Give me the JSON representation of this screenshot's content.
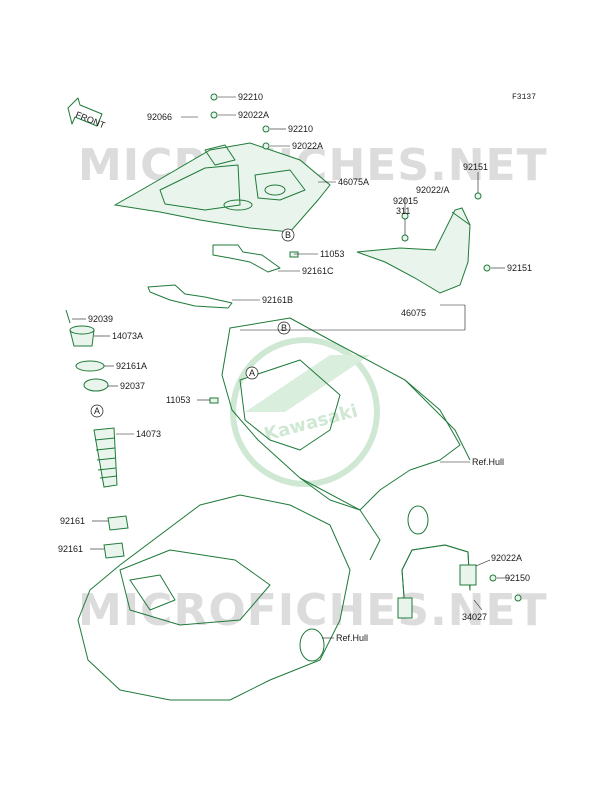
{
  "figure_code": "F3137",
  "front_arrow_label": "FRONT",
  "watermark_text": "MICROFICHES.NET",
  "logo_text": "Kawasaki",
  "colors": {
    "line": "#1f7a3a",
    "fill": "#e9f5ec",
    "text": "#1a1a1a",
    "watermark": "#dcdcdc"
  },
  "labels": {
    "p92210_a": "92210",
    "p92066": "92066",
    "p92022A_a": "92022A",
    "p92210_b": "92210",
    "p92022A_b": "92022A",
    "p46075A": "46075A",
    "p92151_a": "92151",
    "p92022_A": "92022/A",
    "p92015": "92015",
    "p311": "311",
    "p11053_a": "11053",
    "p92161C": "92161C",
    "p92151_b": "92151",
    "p92161B": "92161B",
    "p46075": "46075",
    "p92039": "92039",
    "p14073A": "14073A",
    "p92161A": "92161A",
    "p92037": "92037",
    "p11053_b": "11053",
    "p14073": "14073",
    "ref_hull_a": "Ref.Hull",
    "p92161_a": "92161",
    "p92161_b": "92161",
    "p92022A_c": "92022A",
    "p92150": "92150",
    "p34027": "34027",
    "ref_hull_b": "Ref.Hull",
    "callout_A": "A",
    "callout_B": "B"
  }
}
